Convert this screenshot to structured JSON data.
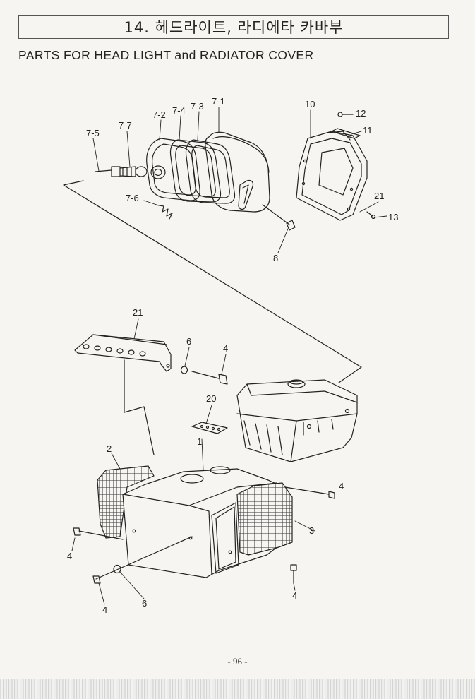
{
  "page": {
    "title": "14. 헤드라이트, 라디에타 카바부",
    "subtitle": "PARTS FOR HEAD LIGHT and RADIATOR COVER",
    "page_number": "- 96 -"
  },
  "callouts": {
    "c7_5": "7-5",
    "c7_7": "7-7",
    "c7_2": "7-2",
    "c7_4": "7-4",
    "c7_3": "7-3",
    "c7_1": "7-1",
    "c7_6": "7-6",
    "c8": "8",
    "c10": "10",
    "c12": "12",
    "c11": "11",
    "c21_top": "21",
    "c13": "13",
    "c21_mid": "21",
    "c6_mid": "6",
    "c4_mid": "4",
    "c20": "20",
    "c1": "1",
    "c2": "2",
    "c4_right": "4",
    "c3": "3",
    "c4_left": "4",
    "c4_bottom_left": "4",
    "c6_bottom": "6",
    "c4_bottom_right": "4"
  },
  "colors": {
    "ink": "#222222",
    "paper": "#f6f5f1"
  }
}
